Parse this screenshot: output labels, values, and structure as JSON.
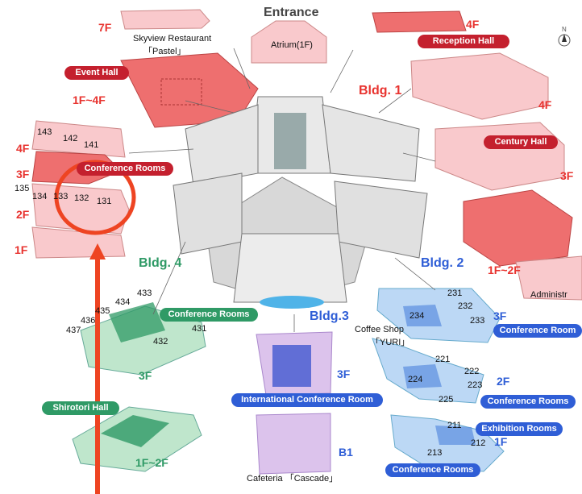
{
  "labels": {
    "entrance": "Entrance",
    "atrium": "Atrium(1F)",
    "skyview_line1": "Skyview Restaurant",
    "skyview_line2": "「Pastel」",
    "bldg1": "Bldg. 1",
    "bldg2": "Bldg. 2",
    "bldg3": "Bldg.3",
    "bldg4": "Bldg. 4",
    "coffee_line1": "Coffee Shop",
    "coffee_line2": "「YURI」",
    "cafeteria": "Cafeteria 「Cascade」",
    "administration": "Administr"
  },
  "halls": {
    "reception": "Reception Hall",
    "event": "Event Hall",
    "century": "Century Hall",
    "shirotori": "Shirotori Hall",
    "conference_bldg1": "Conference Rooms",
    "conference_bldg4": "Conference Rooms",
    "international": "International Conference Room",
    "conference_3f": "Conference Room",
    "conference_2f": "Conference Rooms",
    "exhibition": "Exhibition Rooms",
    "conference_1f": "Conference Rooms"
  },
  "floors": {
    "f7": "7F",
    "f4_top": "4F",
    "f1_4": "1F~4F",
    "reception_4f": "4F",
    "century_3f": "3F",
    "century_1_2": "1F~2F",
    "b1_4f": "4F",
    "b1_3f": "3F",
    "b1_2f": "2F",
    "b1_1f": "1F",
    "b4_3f": "3F",
    "b4_1_2": "1F~2F",
    "b3_3f": "3F",
    "b3_b1": "B1",
    "b2_3f": "3F",
    "b2_2f": "2F",
    "b2_1f": "1F"
  },
  "rooms": {
    "r143": "143",
    "r142": "142",
    "r141": "141",
    "r135": "135",
    "r134": "134",
    "r133": "133",
    "r132": "132",
    "r131": "131",
    "r433": "433",
    "r434": "434",
    "r435": "435",
    "r436": "436",
    "r437": "437",
    "r431": "431",
    "r432": "432",
    "r231": "231",
    "r232": "232",
    "r233": "233",
    "r234": "234",
    "r221": "221",
    "r222": "222",
    "r223": "223",
    "r224": "224",
    "r225": "225",
    "r211": "211",
    "r212": "212",
    "r213": "213"
  },
  "compass": "N",
  "colors": {
    "red": "#c4202e",
    "pink": "#f9c9cc",
    "salmon": "#ee6f6f",
    "green": "#2f9a66",
    "lightgreen": "#bfe6cc",
    "blue": "#2f5ed6",
    "lightblue": "#bcd8f5",
    "purple": "#dcc3ec",
    "annotation": "#ee4422"
  }
}
